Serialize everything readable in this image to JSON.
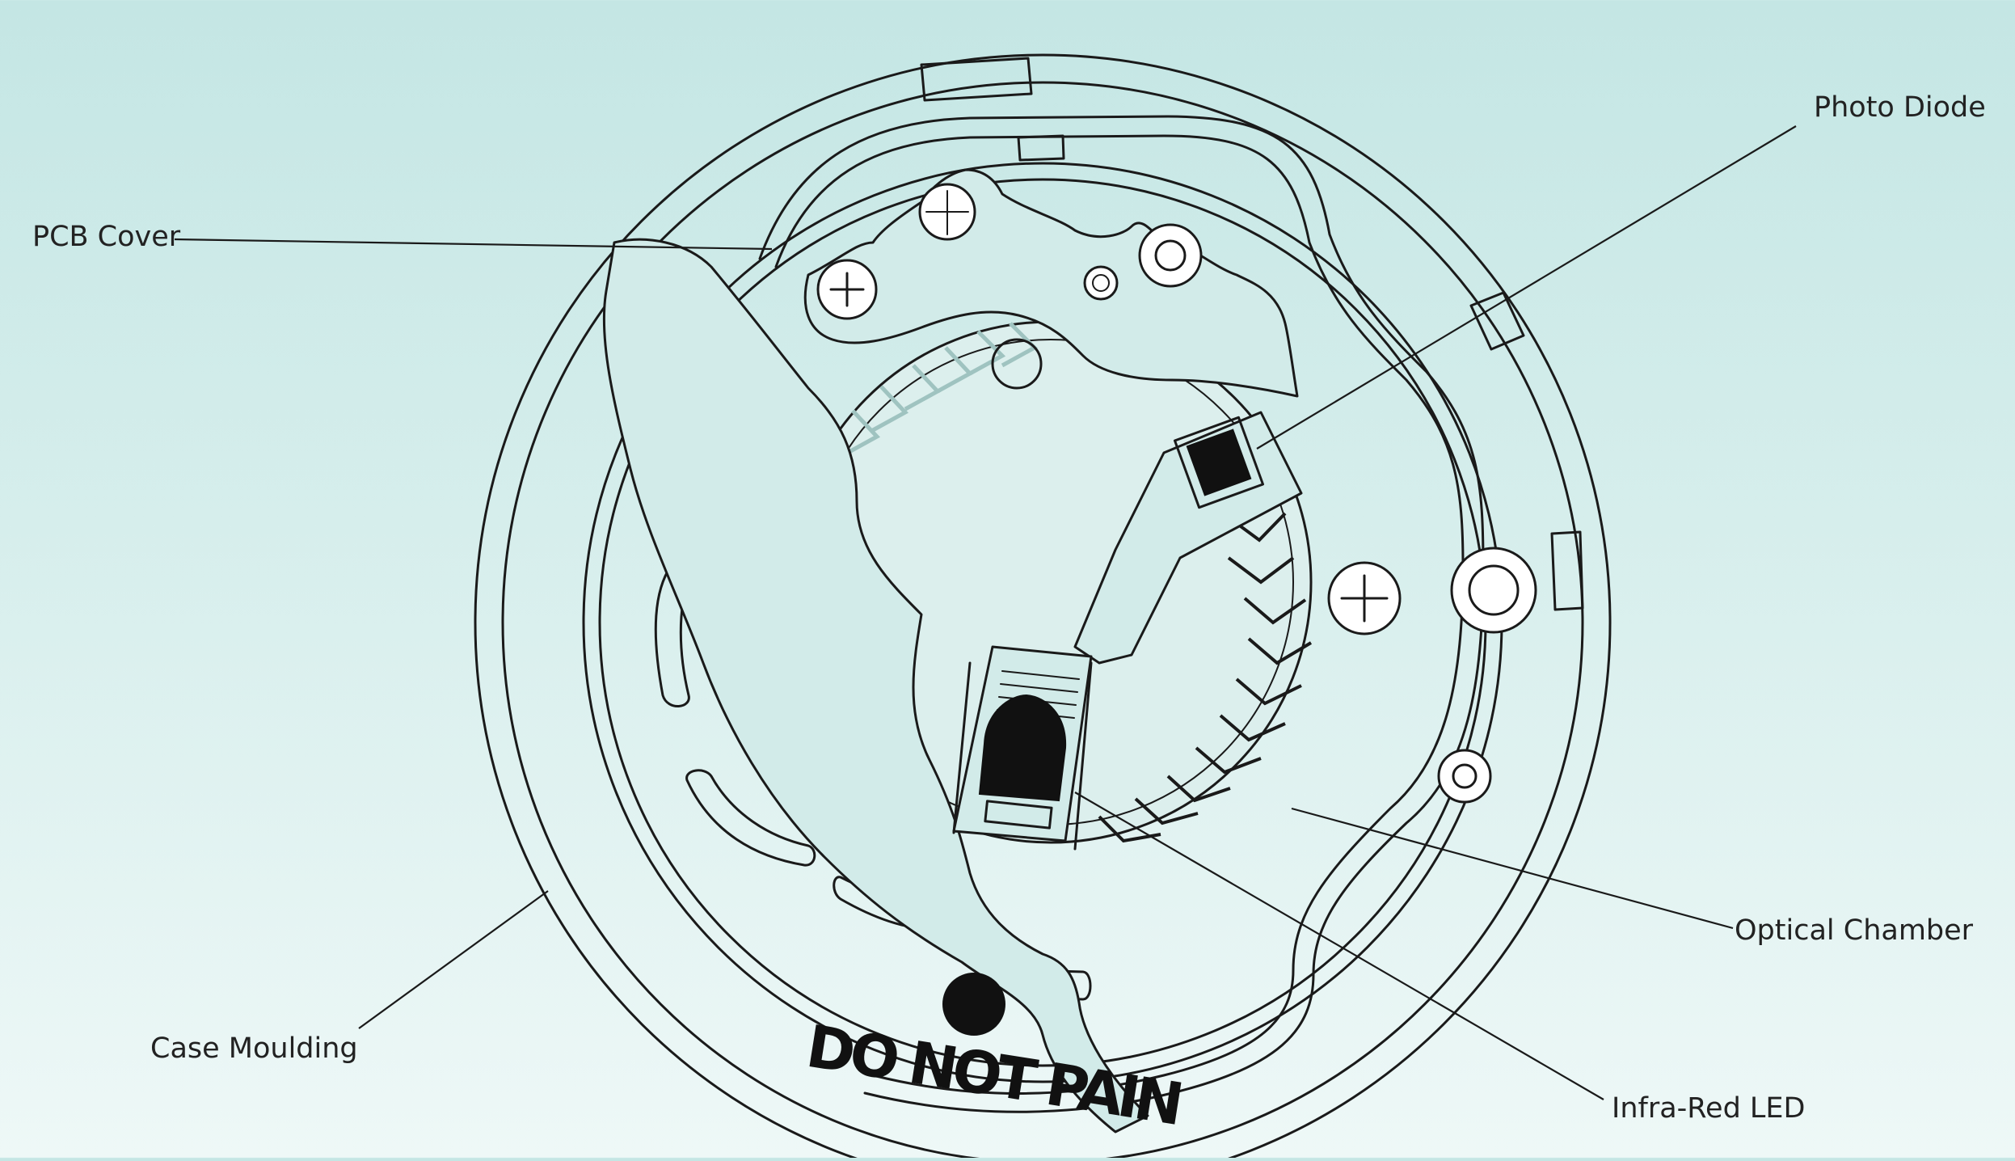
{
  "callouts": {
    "photo_diode": "Photo Diode",
    "pcb_cover": "PCB Cover",
    "case_moulding": "Case Moulding",
    "optical_chamber": "Optical Chamber",
    "infra_red_led": "Infra-Red LED"
  },
  "stamp_text": "DO NOT PAIN",
  "colors": {
    "background_top": "#c4e6e4",
    "background_bottom": "#eef8f7",
    "line_ink": "#1a1a1a",
    "pale_chevron": "#9fc3c0"
  }
}
